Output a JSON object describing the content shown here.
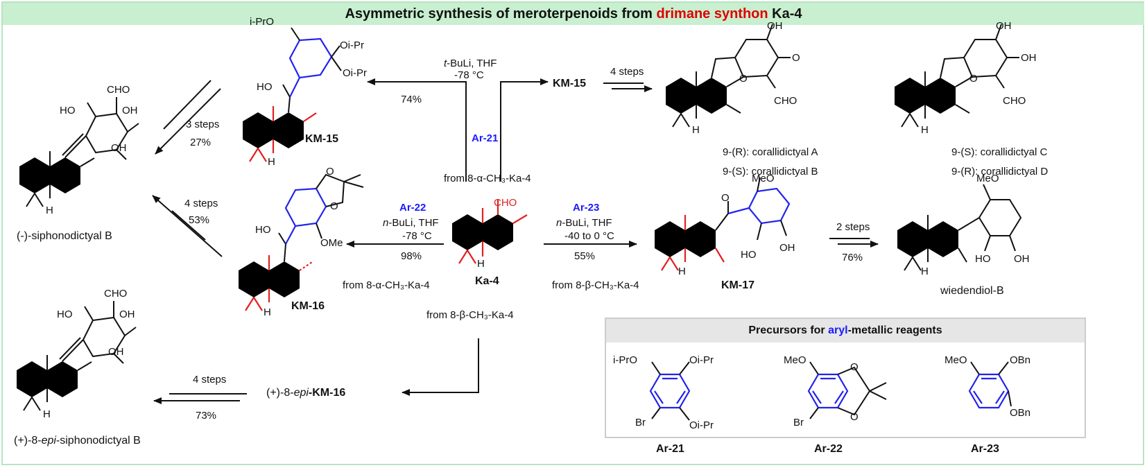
{
  "title": {
    "part1": "Asymmetric synthesis of meroterpenoids from ",
    "highlight": "drimane synthon",
    "part2": " Ka-4"
  },
  "precursor_header": {
    "part1": "Precursors for ",
    "highlight": "aryl",
    "part2": "-metallic reagents"
  },
  "conditions": {
    "top_reagent_line1_italic": "t",
    "top_reagent_line1": "-BuLi, THF",
    "top_reagent_line2": "-78 °C",
    "top_yield": "74%",
    "top_from": "from 8-α-CH₃-Ka-4",
    "ar22": "Ar-22",
    "ar22_line1_italic": "n",
    "ar22_line1": "-BuLi, THF",
    "ar22_line2": "-78 °C",
    "ar22_yield": "98%",
    "ar22_from": "from 8-α-CH₃-Ka-4",
    "ar23": "Ar-23",
    "ar23_line1_italic": "n",
    "ar23_line1": "-BuLi, THF",
    "ar23_line2": "-40 to 0 °C",
    "ar23_yield": "55%",
    "ar23_from": "from 8-β-CH₃-Ka-4",
    "ar21": "Ar-21",
    "bottom_from": "from 8-β-CH₃-Ka-4"
  },
  "steps": {
    "km15_to_corallidictyal": "4 steps",
    "km15_to_siphono": "3 steps",
    "km15_to_siphono_yield": "27%",
    "km16_to_siphono": "4 steps",
    "km16_to_siphono_yield": "53%",
    "km17_to_wiedendiol": "2 steps",
    "km17_to_wiedendiol_yield": "76%",
    "epi_steps": "4 steps",
    "epi_yield": "73%"
  },
  "compounds": {
    "ka4": "Ka-4",
    "km15": "KM-15",
    "km15_b": "KM-15",
    "km16": "KM-16",
    "km17": "KM-17",
    "epi_km16_prefix": "(+)-8-",
    "epi_km16_italic": "epi",
    "epi_km16_suffix": "-KM-16",
    "siphonodictyal_b": "(-)-siphonodictyal B",
    "epi_siphono_prefix": "(+)-8-",
    "epi_siphono_italic": "epi",
    "epi_siphono_suffix": "-siphonodictyal B",
    "wiedendiol": "wiedendiol-B",
    "coral_a": "9-(R): corallidictyal A",
    "coral_b": "9-(S): corallidictyal B",
    "coral_c": "9-(S): corallidictyal C",
    "coral_d": "9-(R): corallidictyal D",
    "ar21": "Ar-21",
    "ar22": "Ar-22",
    "ar23": "Ar-23"
  },
  "atoms": {
    "cho": "CHO",
    "oh": "OH",
    "ho": "HO",
    "h": "H",
    "o": "O",
    "ome": "OMe",
    "meo": "MeO",
    "ipro": "i-PrO",
    "oipr": "Oi-Pr",
    "br": "Br",
    "obn": "OBn"
  },
  "colors": {
    "banner_bg": "#c8efcf",
    "red": "#e00000",
    "blue": "#1a1aff",
    "frame": "#b7e4c0"
  }
}
